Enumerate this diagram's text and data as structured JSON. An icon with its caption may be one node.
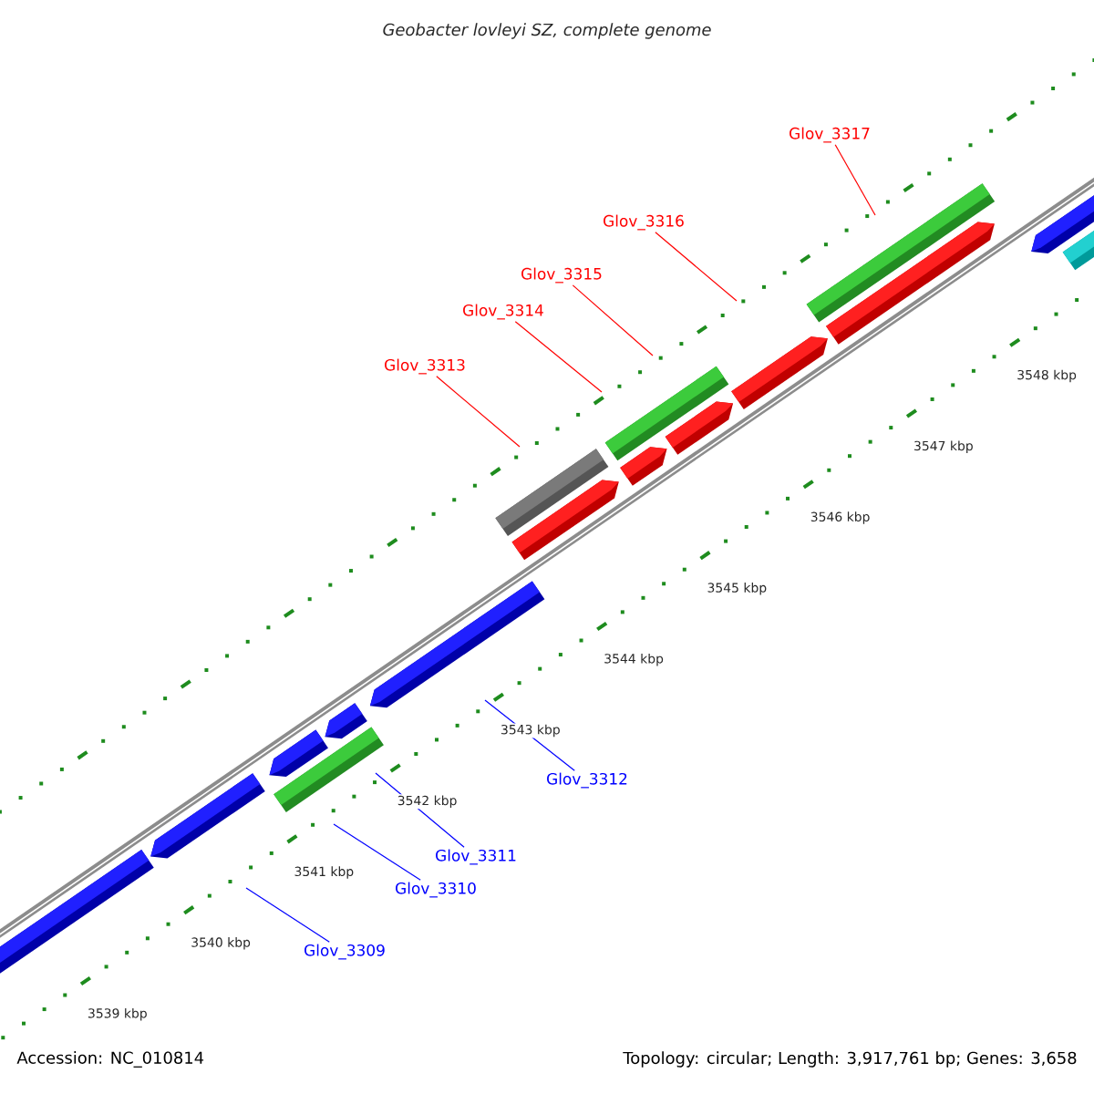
{
  "diagram": {
    "title": "Geobacter lovleyi SZ, complete genome",
    "nodes": [
      {
        "text": [
          "Glov_3317"
        ]
      },
      {
        "text": [
          "Glov_3316"
        ]
      },
      {
        "text": [
          "Glov_3315"
        ]
      },
      {
        "text": [
          "Glov_3314"
        ]
      },
      {
        "text": [
          "Glov_3313"
        ]
      },
      {
        "text": [
          "Glov_3312"
        ]
      },
      {
        "text": [
          "Glov_3311"
        ]
      },
      {
        "text": [
          "Glov_3310"
        ]
      },
      {
        "text": [
          "Glov_3309"
        ]
      }
    ],
    "edges": [
      {
        "from": 0,
        "to": null,
        "arrow": "none"
      },
      {
        "from": 1,
        "to": null,
        "arrow": "none"
      },
      {
        "from": 2,
        "to": null,
        "arrow": "none"
      },
      {
        "from": 3,
        "to": null,
        "arrow": "none"
      },
      {
        "from": 4,
        "to": null,
        "arrow": "none"
      },
      {
        "from": 5,
        "to": null,
        "arrow": "none",
        "color": "#0000ff"
      },
      {
        "from": 6,
        "to": null,
        "arrow": "none",
        "color": "#0000ff"
      },
      {
        "from": 7,
        "to": null,
        "arrow": "none",
        "color": "#0000ff"
      },
      {
        "from": 8,
        "to": null,
        "arrow": "none",
        "color": "#0000ff"
      }
    ],
    "labels": [
      "3548 kbp",
      "3547 kbp",
      "3546 kbp",
      "3545 kbp",
      "3544 kbp",
      "3543 kbp",
      "3542 kbp",
      "3541 kbp",
      "3540 kbp",
      "3539 kbp",
      "Accession: NC_010814",
      "Topology: circular; Length: 3,917,761 bp; Genes: 3,658"
    ]
  }
}
